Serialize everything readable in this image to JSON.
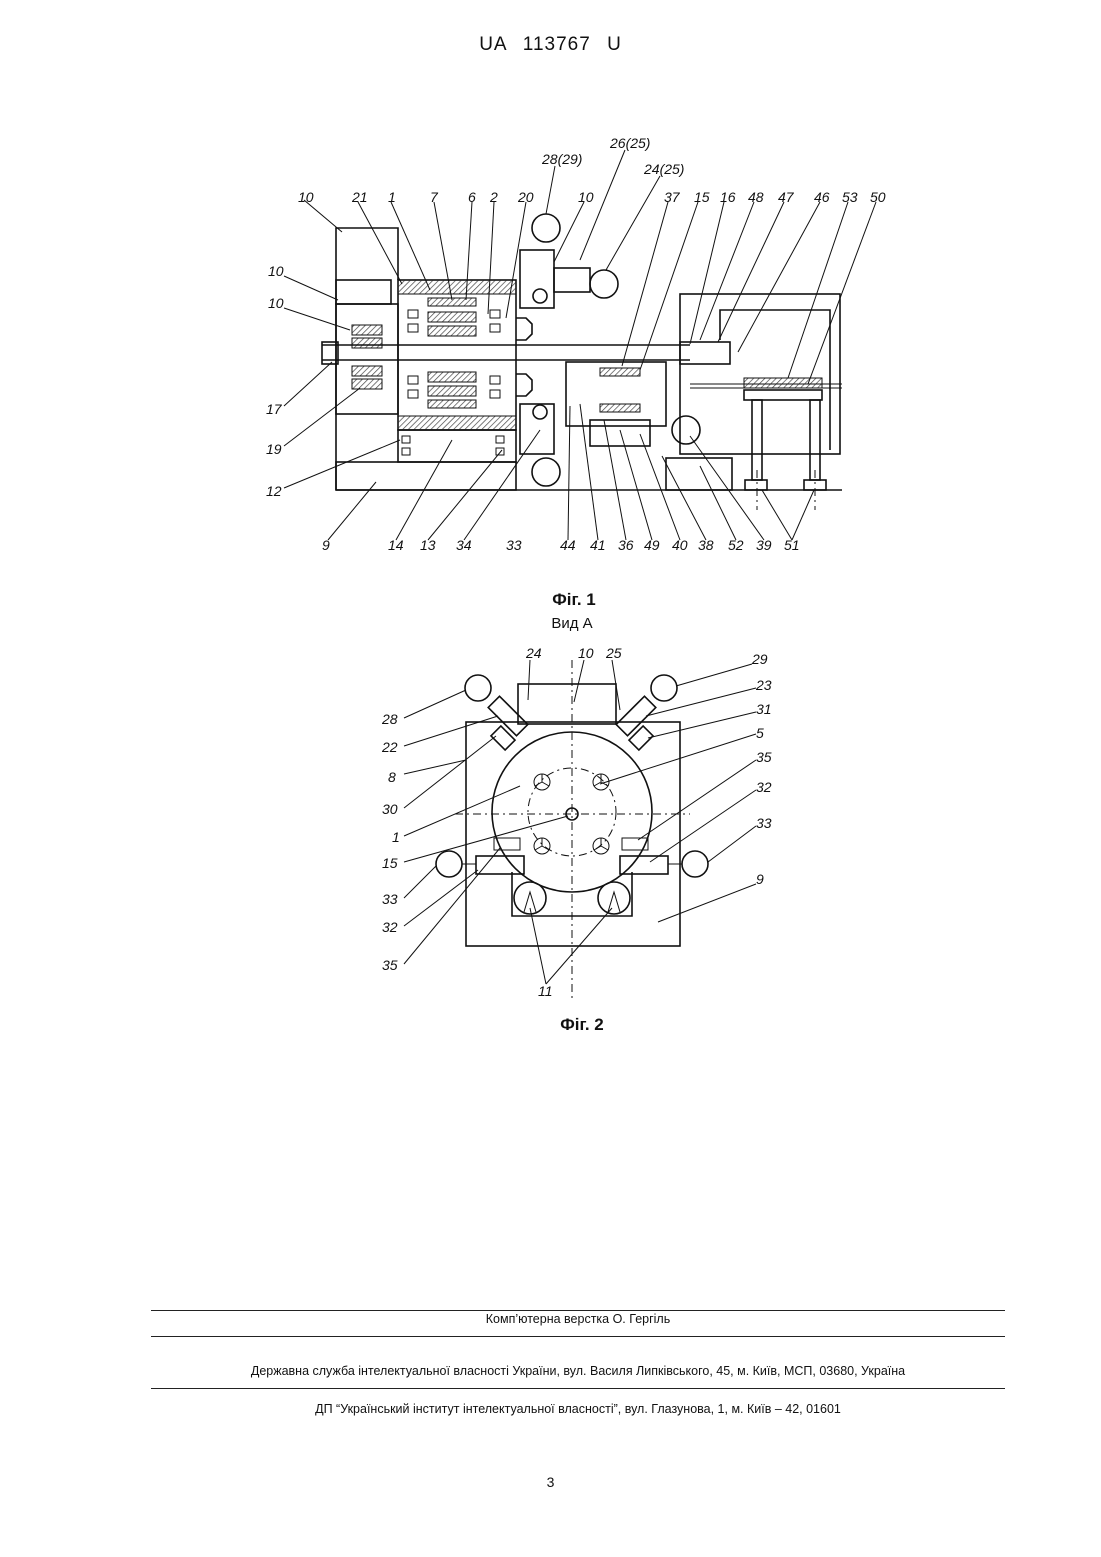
{
  "header": {
    "doc_number": "UA 113767 U"
  },
  "figure1": {
    "caption": "Фіг. 1",
    "labels": {
      "l10a": "10",
      "l21": "21",
      "l1": "1",
      "l7": "7",
      "l6": "6",
      "l2": "2",
      "l20": "20",
      "l28_29": "28(29)",
      "l26_25": "26(25)",
      "l24_25": "24(25)",
      "l10b": "10",
      "l37": "37",
      "l15": "15",
      "l16": "16",
      "l48": "48",
      "l47": "47",
      "l46": "46",
      "l53": "53",
      "l50": "50",
      "l10c": "10",
      "l10d": "10",
      "l17": "17",
      "l19": "19",
      "l12": "12",
      "l9": "9",
      "l14": "14",
      "l13": "13",
      "l34": "34",
      "l33": "33",
      "l44": "44",
      "l41": "41",
      "l36": "36",
      "l49": "49",
      "l40": "40",
      "l38": "38",
      "l52": "52",
      "l39": "39",
      "l51": "51"
    }
  },
  "figure2": {
    "view_title": "Вид А",
    "caption": "Фіг. 2",
    "labels": {
      "l24": "24",
      "l10": "10",
      "l25": "25",
      "l29": "29",
      "l23": "23",
      "l31": "31",
      "l5": "5",
      "l35r": "35",
      "l32r": "32",
      "l33r": "33",
      "l9": "9",
      "l28": "28",
      "l22": "22",
      "l8": "8",
      "l30": "30",
      "l1": "1",
      "l15": "15",
      "l33l": "33",
      "l32l": "32",
      "l35l": "35",
      "l11": "11"
    }
  },
  "footer": {
    "layout_credit": "Комп’ютерна верстка О. Гергіль",
    "agency": "Державна служба інтелектуальної власності України, вул. Василя Липківського, 45, м. Київ, МСП, 03680, Україна",
    "institute": "ДП “Український інститут інтелектуальної власності”, вул. Глазунова, 1, м. Київ – 42, 01601",
    "page_number": "3"
  }
}
